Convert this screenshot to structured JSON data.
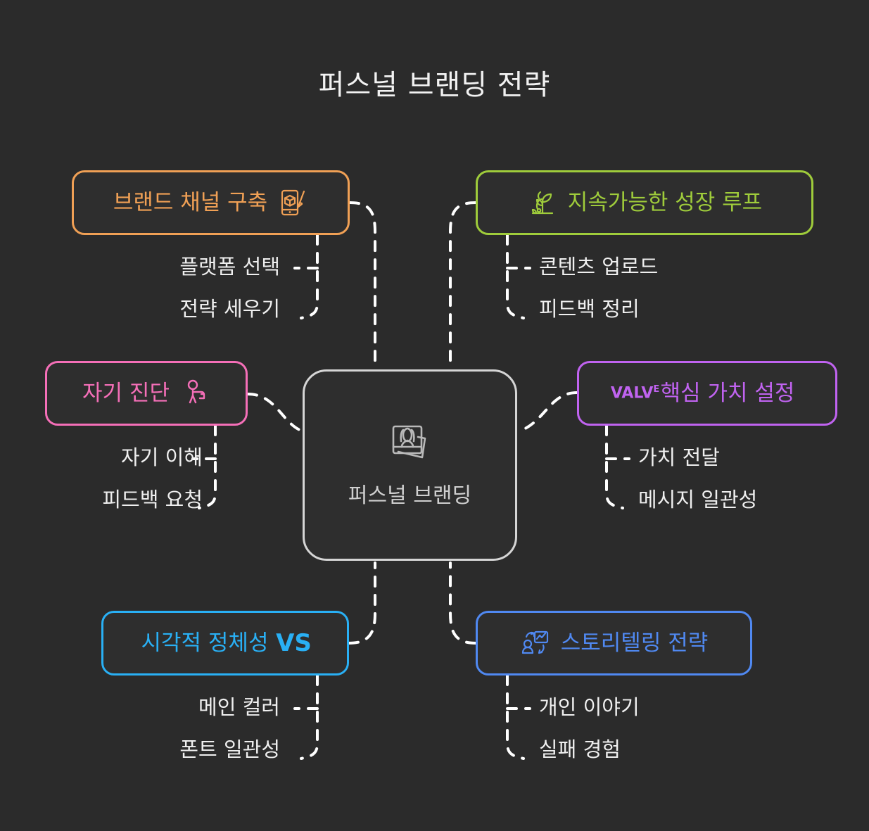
{
  "title": "퍼스널 브랜딩 전략",
  "theme": {
    "background": "#2b2b2b",
    "node_fill": "#2e2e2e",
    "connector": "#ffffff",
    "text": "#efefef",
    "center_border": "#d5d5d5",
    "center_text": "#cfcfcf"
  },
  "center": {
    "label": "퍼스널 브랜딩",
    "icon": "portrait-photos-icon",
    "color": "#d5d5d5"
  },
  "branches": [
    {
      "id": "brand-channel",
      "label": "브랜드 채널 구축",
      "color": "#f0a055",
      "icon": "phone-design-icon",
      "icon_side": "right",
      "position": "top-left",
      "subitems": [
        "플랫폼 선택",
        "전략 세우기"
      ]
    },
    {
      "id": "growth-loop",
      "label": "지속가능한 성장 루프",
      "color": "#9fcc3b",
      "icon": "seedling-sprout-icon",
      "icon_side": "left",
      "position": "top-right",
      "subitems": [
        "콘텐츠 업로드",
        "피드백 정리"
      ]
    },
    {
      "id": "self-diagnosis",
      "label": "자기 진단",
      "color": "#f56fb8",
      "icon": "person-posture-icon",
      "icon_side": "right",
      "position": "middle-left",
      "subitems": [
        "자기 이해",
        "피드백 요청"
      ]
    },
    {
      "id": "core-value",
      "label": "핵심 가치 설정",
      "color": "#c063f0",
      "icon": "valve-wordmark-icon",
      "icon_side": "left",
      "position": "middle-right",
      "subitems": [
        "가치 전달",
        "메시지 일관성"
      ]
    },
    {
      "id": "visual-identity",
      "label": "시각적 정체성",
      "color": "#29b0f5",
      "icon": "vs-wordmark-icon",
      "icon_side": "right",
      "position": "bottom-left",
      "subitems": [
        "메인 컬러",
        "폰트 일관성"
      ]
    },
    {
      "id": "storytelling",
      "label": "스토리텔링 전략",
      "color": "#5089f2",
      "icon": "person-chart-flow-icon",
      "icon_side": "left",
      "position": "bottom-right",
      "subitems": [
        "개인 이야기",
        "실패 경험"
      ]
    }
  ]
}
